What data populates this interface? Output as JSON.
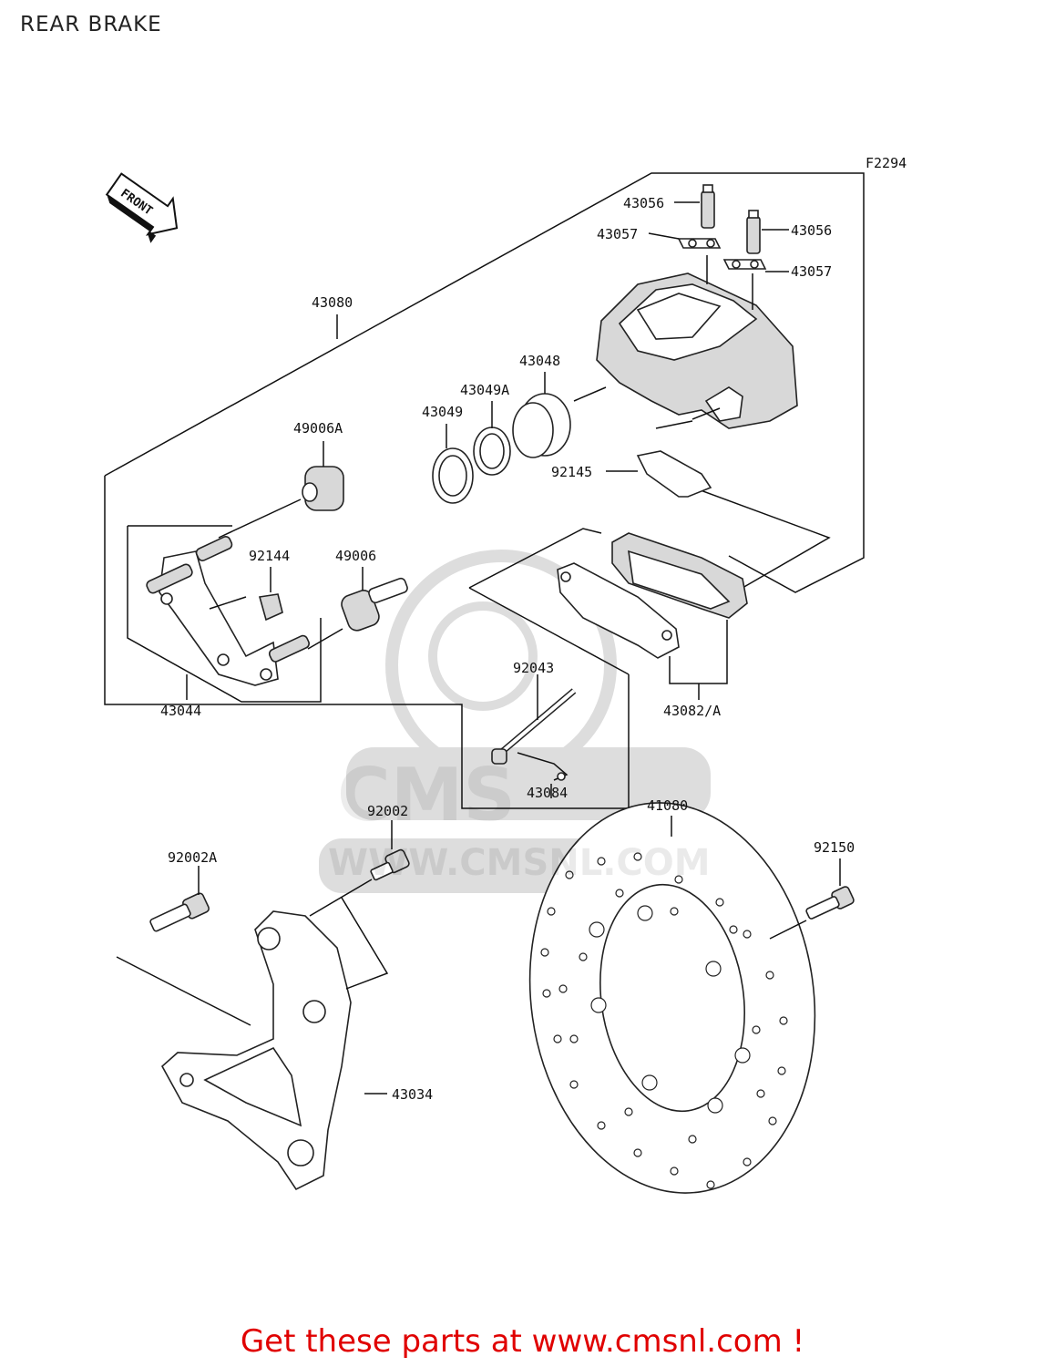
{
  "header": {
    "title": "REAR BRAKE"
  },
  "diagram": {
    "figure_code": "F2294",
    "front_marker": "FRONT",
    "watermark_text": "CMS",
    "watermark_url": "WWW.CMSNL.COM",
    "part_labels": [
      {
        "id": "p-43056a",
        "text": "43056"
      },
      {
        "id": "p-43057a",
        "text": "43057"
      },
      {
        "id": "p-43056b",
        "text": "43056"
      },
      {
        "id": "p-43057b",
        "text": "43057"
      },
      {
        "id": "p-43080",
        "text": "43080"
      },
      {
        "id": "p-43048",
        "text": "43048"
      },
      {
        "id": "p-43049a",
        "text": "43049A"
      },
      {
        "id": "p-43049",
        "text": "43049"
      },
      {
        "id": "p-49006a",
        "text": "49006A"
      },
      {
        "id": "p-92145",
        "text": "92145"
      },
      {
        "id": "p-92144",
        "text": "92144"
      },
      {
        "id": "p-49006",
        "text": "49006"
      },
      {
        "id": "p-43044",
        "text": "43044"
      },
      {
        "id": "p-92043",
        "text": "92043"
      },
      {
        "id": "p-43082",
        "text": "43082/A"
      },
      {
        "id": "p-43084",
        "text": "43084"
      },
      {
        "id": "p-92002",
        "text": "92002"
      },
      {
        "id": "p-41080",
        "text": "41080"
      },
      {
        "id": "p-92002a",
        "text": "92002A"
      },
      {
        "id": "p-92150",
        "text": "92150"
      },
      {
        "id": "p-43034",
        "text": "43034"
      }
    ]
  },
  "footer": {
    "promo": "Get these parts at www.cmsnl.com !"
  },
  "colors": {
    "promo": "#e00000",
    "line": "#111111"
  }
}
